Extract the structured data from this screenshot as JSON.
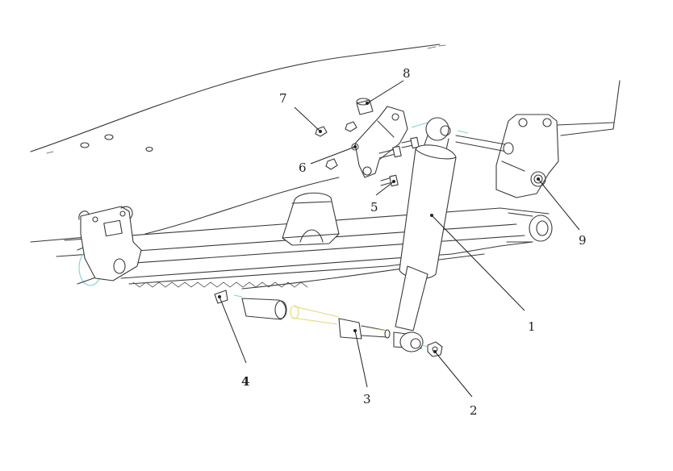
{
  "callouts": [
    {
      "id": "1",
      "label": "1",
      "part": "shock-absorber"
    },
    {
      "id": "2",
      "label": "2",
      "part": "lower-nut"
    },
    {
      "id": "3",
      "label": "3",
      "part": "lower-pin"
    },
    {
      "id": "4",
      "label": "4",
      "part": "spring-clip"
    },
    {
      "id": "5",
      "label": "5",
      "part": "bracket-bolt"
    },
    {
      "id": "6",
      "label": "6",
      "part": "upper-bracket"
    },
    {
      "id": "7",
      "label": "7",
      "part": "bracket-nut"
    },
    {
      "id": "8",
      "label": "8",
      "part": "bushing"
    },
    {
      "id": "9",
      "label": "9",
      "part": "frame-hanger"
    }
  ],
  "colors": {
    "line": "#3a3a3a",
    "cyan_hidden": "#7fd0d8",
    "yellow_hidden": "#e6d87a",
    "background": "#ffffff"
  }
}
